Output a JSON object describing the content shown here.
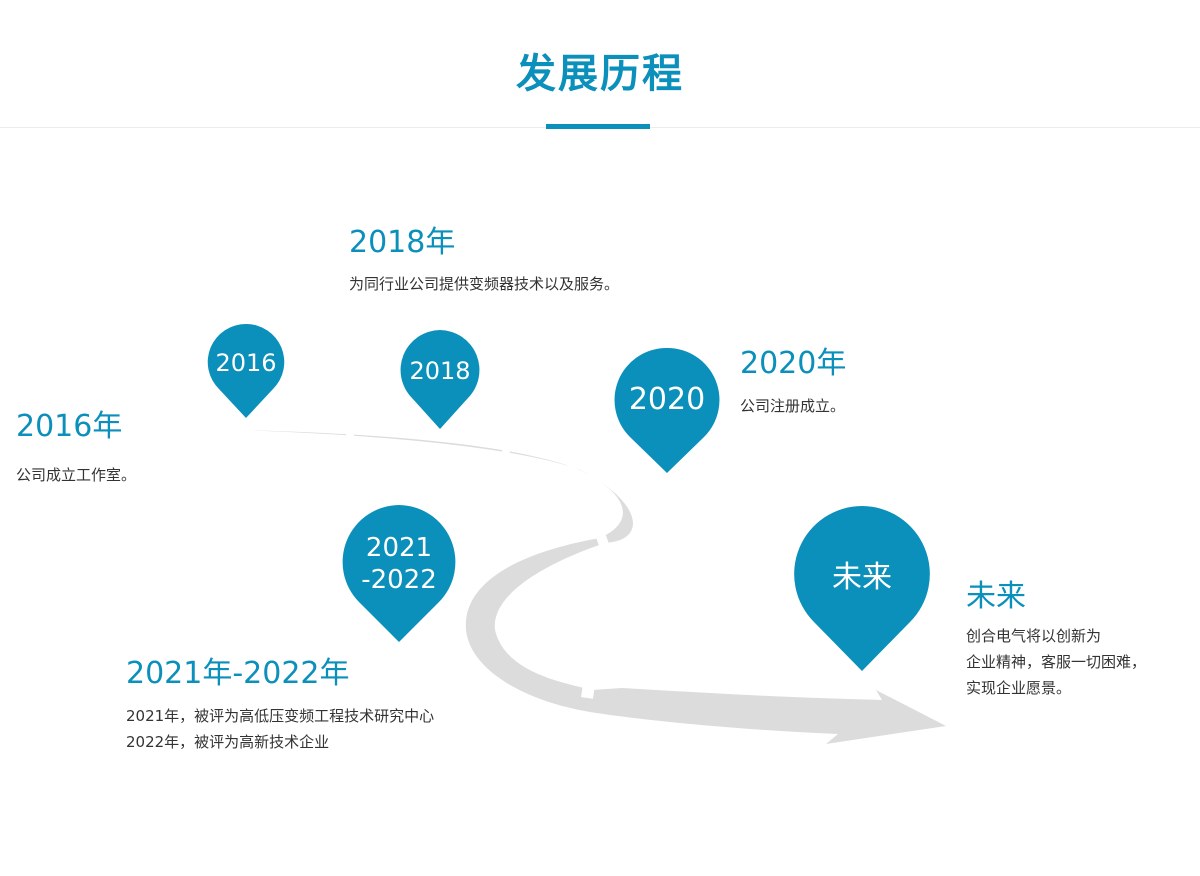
{
  "title": "发展历程",
  "colors": {
    "accent": "#0b8fbb",
    "road": "#dcdcdc",
    "text": "#333333"
  },
  "milestones": [
    {
      "key": "2016",
      "pin_label": "2016",
      "heading": "2016年",
      "desc_lines": [
        "公司成立工作室。"
      ]
    },
    {
      "key": "2018",
      "pin_label": "2018",
      "heading": "2018年",
      "desc_lines": [
        "为同行业公司提供变频器技术以及服务。"
      ]
    },
    {
      "key": "2020",
      "pin_label": "2020",
      "heading": "2020年",
      "desc_lines": [
        "公司注册成立。"
      ]
    },
    {
      "key": "2021-2022",
      "pin_label_lines": [
        "2021",
        "-2022"
      ],
      "heading": "2021年-2022年",
      "desc_lines": [
        "2021年，被评为高低压变频工程技术研究中心",
        "2022年，被评为高新技术企业"
      ]
    },
    {
      "key": "future",
      "pin_label": "未来",
      "heading": "未来",
      "desc_lines": [
        "创合电气将以创新为",
        "企业精神，客服一切困难，",
        "实现企业愿景。"
      ]
    }
  ]
}
